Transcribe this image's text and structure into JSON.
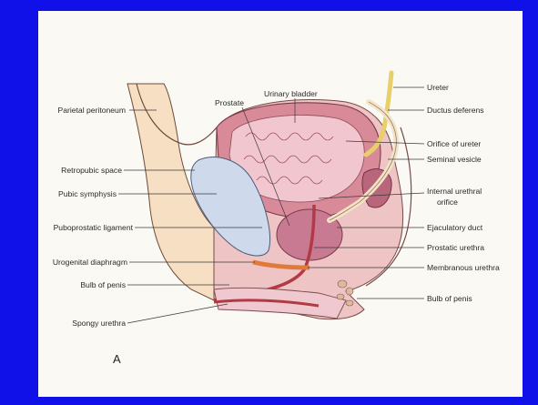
{
  "figure": {
    "panel_letter": "A",
    "colors": {
      "slide_background": "#1010e8",
      "figure_background": "#fbf9f4",
      "tissue_pink": "#e7b7bd",
      "bladder_wall": "#d98a98",
      "bladder_lumen": "#f1c6cf",
      "prostate": "#c97a93",
      "bone": "#cfd9ec",
      "urethra_red": "#b23a44",
      "ureter": "#e9cf6a"
    },
    "labels_left": {
      "parietal_peritoneum": "Parietal peritoneum",
      "retropubic_space": "Retropubic space",
      "pubic_symphysis": "Pubic symphysis",
      "puboprostatic_ligament": "Puboprostatic ligament",
      "urogenital_diaphragm": "Urogenital diaphragm",
      "bulb_of_penis": "Bulb of penis",
      "spongy_urethra": "Spongy urethra"
    },
    "labels_top": {
      "prostate": "Prostate",
      "urinary_bladder": "Urinary bladder"
    },
    "labels_right": {
      "ureter": "Ureter",
      "ductus_deferens": "Ductus deferens",
      "orifice_of_ureter": "Orifice of ureter",
      "seminal_vesicle": "Seminal vesicle",
      "internal_urethral_orifice_line1": "Internal urethral",
      "internal_urethral_orifice_line2": "orifice",
      "ejaculatory_duct": "Ejaculatory duct",
      "prostatic_urethra": "Prostatic urethra",
      "membranous_urethra": "Membranous urethra",
      "bulb_of_penis": "Bulb of penis"
    }
  }
}
